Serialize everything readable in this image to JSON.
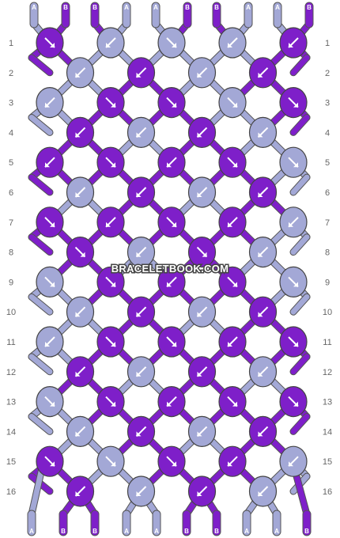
{
  "watermark": "BRACELETBOOK.COM",
  "colors": {
    "A": "#a3a8d6",
    "B": "#7e1fc9"
  },
  "strand_top_labels": [
    "A",
    "B",
    "B",
    "A",
    "A",
    "B",
    "B",
    "A",
    "A",
    "B"
  ],
  "strand_bottom_labels": [
    "A",
    "B",
    "B",
    "A",
    "A",
    "B",
    "B",
    "A",
    "A",
    "B"
  ],
  "row_labels": [
    "1",
    "2",
    "3",
    "4",
    "5",
    "6",
    "7",
    "8",
    "9",
    "10",
    "11",
    "12",
    "13",
    "14",
    "15",
    "16"
  ],
  "rows": [
    [
      [
        "B",
        "br"
      ],
      [
        "A",
        "bl"
      ],
      [
        "A",
        "br"
      ],
      [
        "A",
        "bl"
      ],
      [
        "B",
        "bl"
      ]
    ],
    [
      [
        "A",
        "bl"
      ],
      [
        "B",
        "bl"
      ],
      [
        "A",
        "bl"
      ],
      [
        "B",
        "bl"
      ]
    ],
    [
      [
        "A",
        "bl"
      ],
      [
        "B",
        "br"
      ],
      [
        "B",
        "br"
      ],
      [
        "A",
        "br"
      ],
      [
        "B",
        "br"
      ]
    ],
    [
      [
        "B",
        "bl"
      ],
      [
        "A",
        "bl"
      ],
      [
        "B",
        "bl"
      ],
      [
        "A",
        "bl"
      ]
    ],
    [
      [
        "B",
        "bl"
      ],
      [
        "B",
        "br"
      ],
      [
        "B",
        "bl"
      ],
      [
        "B",
        "br"
      ],
      [
        "A",
        "br"
      ]
    ],
    [
      [
        "A",
        "bl"
      ],
      [
        "B",
        "bl"
      ],
      [
        "A",
        "bl"
      ],
      [
        "B",
        "bl"
      ]
    ],
    [
      [
        "B",
        "br"
      ],
      [
        "B",
        "bl"
      ],
      [
        "B",
        "br"
      ],
      [
        "B",
        "bl"
      ],
      [
        "A",
        "bl"
      ]
    ],
    [
      [
        "B",
        "br"
      ],
      [
        "A",
        "bl"
      ],
      [
        "B",
        "br"
      ],
      [
        "A",
        "bl"
      ]
    ],
    [
      [
        "A",
        "br"
      ],
      [
        "B",
        "br"
      ],
      [
        "B",
        "bl"
      ],
      [
        "B",
        "br"
      ],
      [
        "A",
        "br"
      ]
    ],
    [
      [
        "A",
        "bl"
      ],
      [
        "B",
        "bl"
      ],
      [
        "A",
        "bl"
      ],
      [
        "B",
        "bl"
      ]
    ],
    [
      [
        "A",
        "bl"
      ],
      [
        "B",
        "br"
      ],
      [
        "B",
        "br"
      ],
      [
        "B",
        "bl"
      ],
      [
        "B",
        "br"
      ]
    ],
    [
      [
        "B",
        "bl"
      ],
      [
        "A",
        "bl"
      ],
      [
        "B",
        "bl"
      ],
      [
        "A",
        "bl"
      ]
    ],
    [
      [
        "A",
        "br"
      ],
      [
        "B",
        "br"
      ],
      [
        "B",
        "bl"
      ],
      [
        "B",
        "br"
      ],
      [
        "B",
        "br"
      ]
    ],
    [
      [
        "A",
        "bl"
      ],
      [
        "B",
        "bl"
      ],
      [
        "A",
        "bl"
      ],
      [
        "B",
        "bl"
      ]
    ],
    [
      [
        "B",
        "br"
      ],
      [
        "A",
        "br"
      ],
      [
        "B",
        "br"
      ],
      [
        "B",
        "bl"
      ],
      [
        "A",
        "bl"
      ]
    ],
    [
      [
        "B",
        "bl"
      ],
      [
        "A",
        "bl"
      ],
      [
        "B",
        "bl"
      ],
      [
        "A",
        "bl"
      ]
    ]
  ]
}
